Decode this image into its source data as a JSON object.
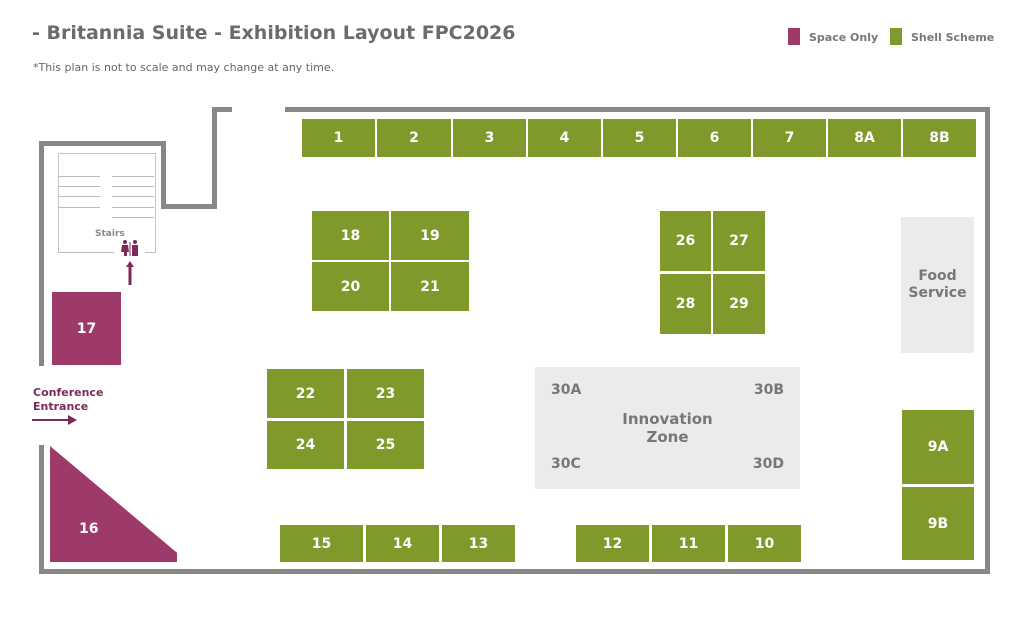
{
  "header": {
    "title": "- Britannia Suite - Exhibition Layout FPC2026",
    "note": "*This plan is not to scale and may change at any time."
  },
  "legend": [
    {
      "label": "Space Only",
      "color": "#9e3a6a"
    },
    {
      "label": "Shell Scheme",
      "color": "#7f9a2b"
    }
  ],
  "stairs": "Stairs",
  "entrance": {
    "line1": "Conference",
    "line2": "Entrance"
  },
  "booths": {
    "b1": "1",
    "b2": "2",
    "b3": "3",
    "b4": "4",
    "b5": "5",
    "b6": "6",
    "b7": "7",
    "b8a": "8A",
    "b8b": "8B",
    "b9a": "9A",
    "b9b": "9B",
    "b10": "10",
    "b11": "11",
    "b12": "12",
    "b13": "13",
    "b14": "14",
    "b15": "15",
    "b16": "16",
    "b17": "17",
    "b18": "18",
    "b19": "19",
    "b20": "20",
    "b21": "21",
    "b22": "22",
    "b23": "23",
    "b24": "24",
    "b25": "25",
    "b26": "26",
    "b27": "27",
    "b28": "28",
    "b29": "29"
  },
  "food": {
    "line1": "Food",
    "line2": "Service"
  },
  "innovation": {
    "line1": "Innovation",
    "line2": "Zone",
    "a": "30A",
    "b": "30B",
    "c": "30C",
    "d": "30D"
  }
}
